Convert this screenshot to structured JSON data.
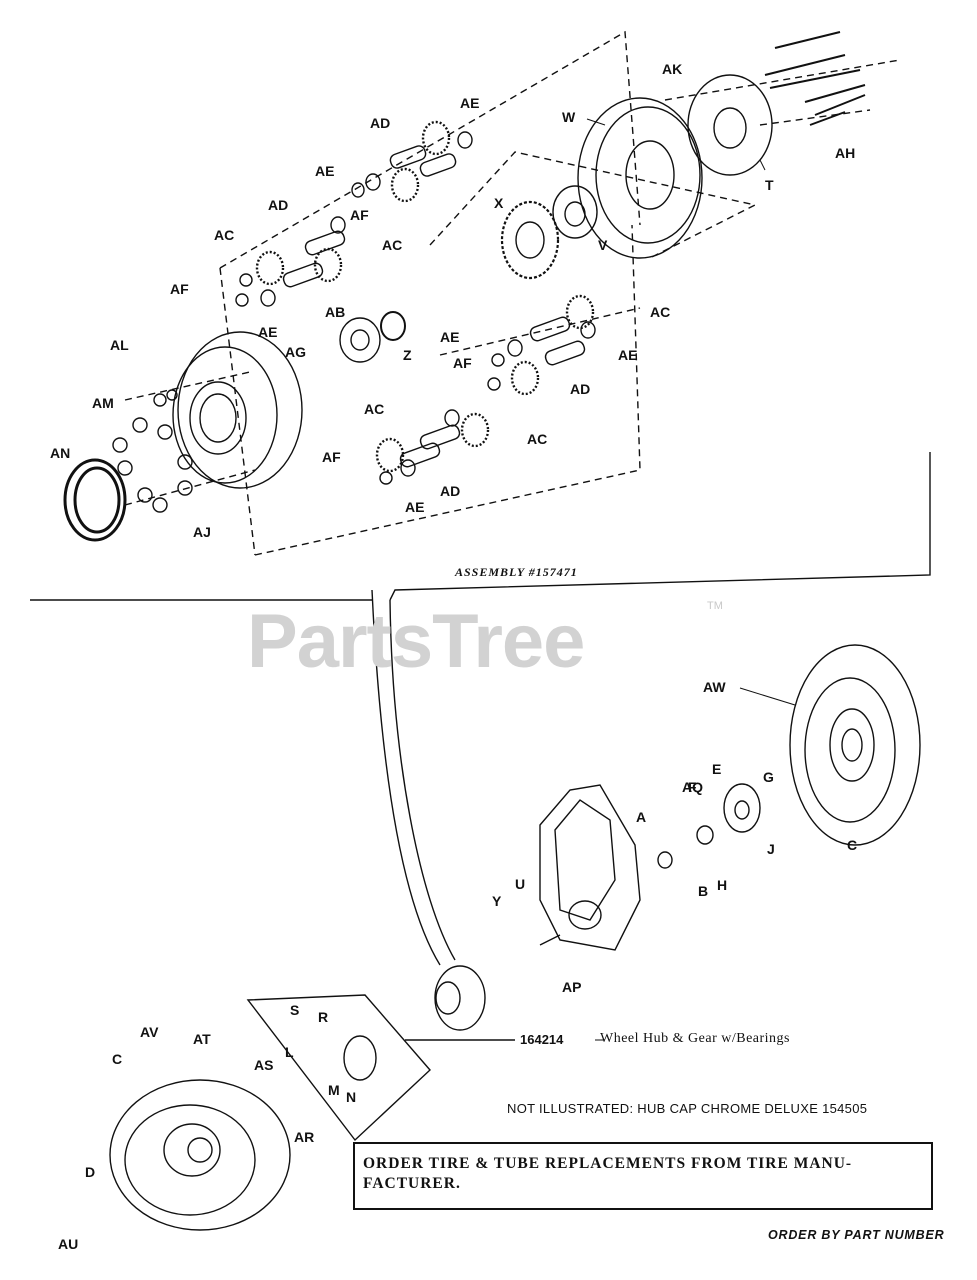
{
  "watermark": {
    "text": "PartsTree",
    "trademark": "TM"
  },
  "assembly_label": "ASSEMBLY  #157471",
  "hub_note": {
    "part_number": "164214",
    "description": "Wheel Hub & Gear w/Bearings"
  },
  "not_illustrated": "NOT ILLUSTRATED: HUB CAP CHROME DELUXE 154505",
  "order_notice": "ORDER TIRE & TUBE REPLACEMENTS FROM TIRE MANU-FACTURER.",
  "footer": "ORDER BY PART NUMBER",
  "callouts": {
    "ak": "AK",
    "ae1": "AE",
    "ad1": "AD",
    "w": "W",
    "ah": "AH",
    "t": "T",
    "ae2": "AE",
    "af1": "AF",
    "ad2": "AD",
    "ac1": "AC",
    "ac2": "AC",
    "x": "X",
    "v": "V",
    "af2": "AF",
    "ae3": "AE",
    "ab": "AB",
    "z": "Z",
    "ac3": "AC",
    "al": "AL",
    "ag": "AG",
    "ae4": "AE",
    "ae5": "AE",
    "af3": "AF",
    "ad3": "AD",
    "am": "AM",
    "ac4": "AC",
    "ac5": "AC",
    "an": "AN",
    "af4": "AF",
    "ad4": "AD",
    "ae6": "AE",
    "aj": "AJ",
    "aw": "AW",
    "aq": "AQ",
    "f": "F",
    "e": "E",
    "g": "G",
    "a": "A",
    "c1": "C",
    "j": "J",
    "b": "B",
    "h": "H",
    "u": "U",
    "y": "Y",
    "ap": "AP",
    "s": "S",
    "r": "R",
    "av": "AV",
    "at": "AT",
    "c2": "C",
    "as": "AS",
    "l": "L",
    "m": "M",
    "n": "N",
    "ar": "AR",
    "d": "D",
    "au": "AU"
  }
}
